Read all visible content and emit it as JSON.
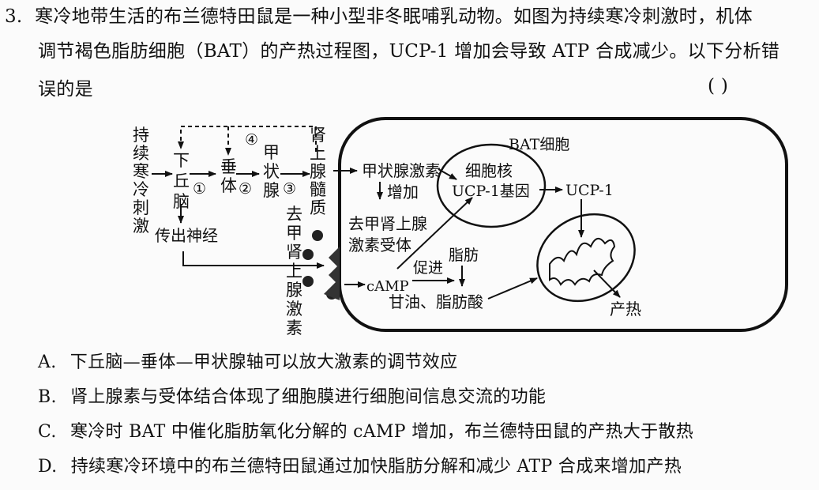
{
  "question": {
    "number": "3.",
    "line1": "寒冷地带生活的布兰德特田鼠是一种小型非冬眠哺乳动物。如图为持续寒冷刺激时，机体",
    "line2": "调节褐色脂肪细胞（BAT）的产热过程图，UCP-1 增加会导致 ATP 合成减少。以下分析错",
    "line3": "误的是",
    "answer_blank": "(        )"
  },
  "diagram": {
    "stimulus": "持续寒冷刺激",
    "hypothalamus": "下丘脑",
    "pituitary": "垂体",
    "thyroid": "甲状腺",
    "medulla": "肾上腺髓质",
    "efferent_nerve": "传出神经",
    "norepinephrine": "去甲肾上腺激素",
    "hormone_thyroid": "甲状腺激素",
    "increase": "增加",
    "receptor_line1": "去甲肾上腺",
    "receptor_line2": "激素受体",
    "nucleus": "细胞核",
    "ucp_gene": "UCP-1基因",
    "ucp": "UCP-1",
    "bat_cell": "BAT细胞",
    "camp": "cAMP",
    "promote": "促进",
    "fat": "脂肪",
    "glycerol_fa": "甘油、脂肪酸",
    "heat": "产热",
    "step1": "①",
    "step2": "②",
    "step3": "③",
    "step4": "④"
  },
  "options": [
    {
      "letter": "A.",
      "text": "下丘脑—垂体—甲状腺轴可以放大激素的调节效应"
    },
    {
      "letter": "B.",
      "text": "肾上腺素与受体结合体现了细胞膜进行细胞间信息交流的功能"
    },
    {
      "letter": "C.",
      "text": "寒冷时 BAT 中催化脂肪氧化分解的 cAMP 增加，布兰德特田鼠的产热大于散热"
    },
    {
      "letter": "D.",
      "text": "持续寒冷环境中的布兰德特田鼠通过加快脂肪分解和减少 ATP 合成来增加产热"
    }
  ]
}
